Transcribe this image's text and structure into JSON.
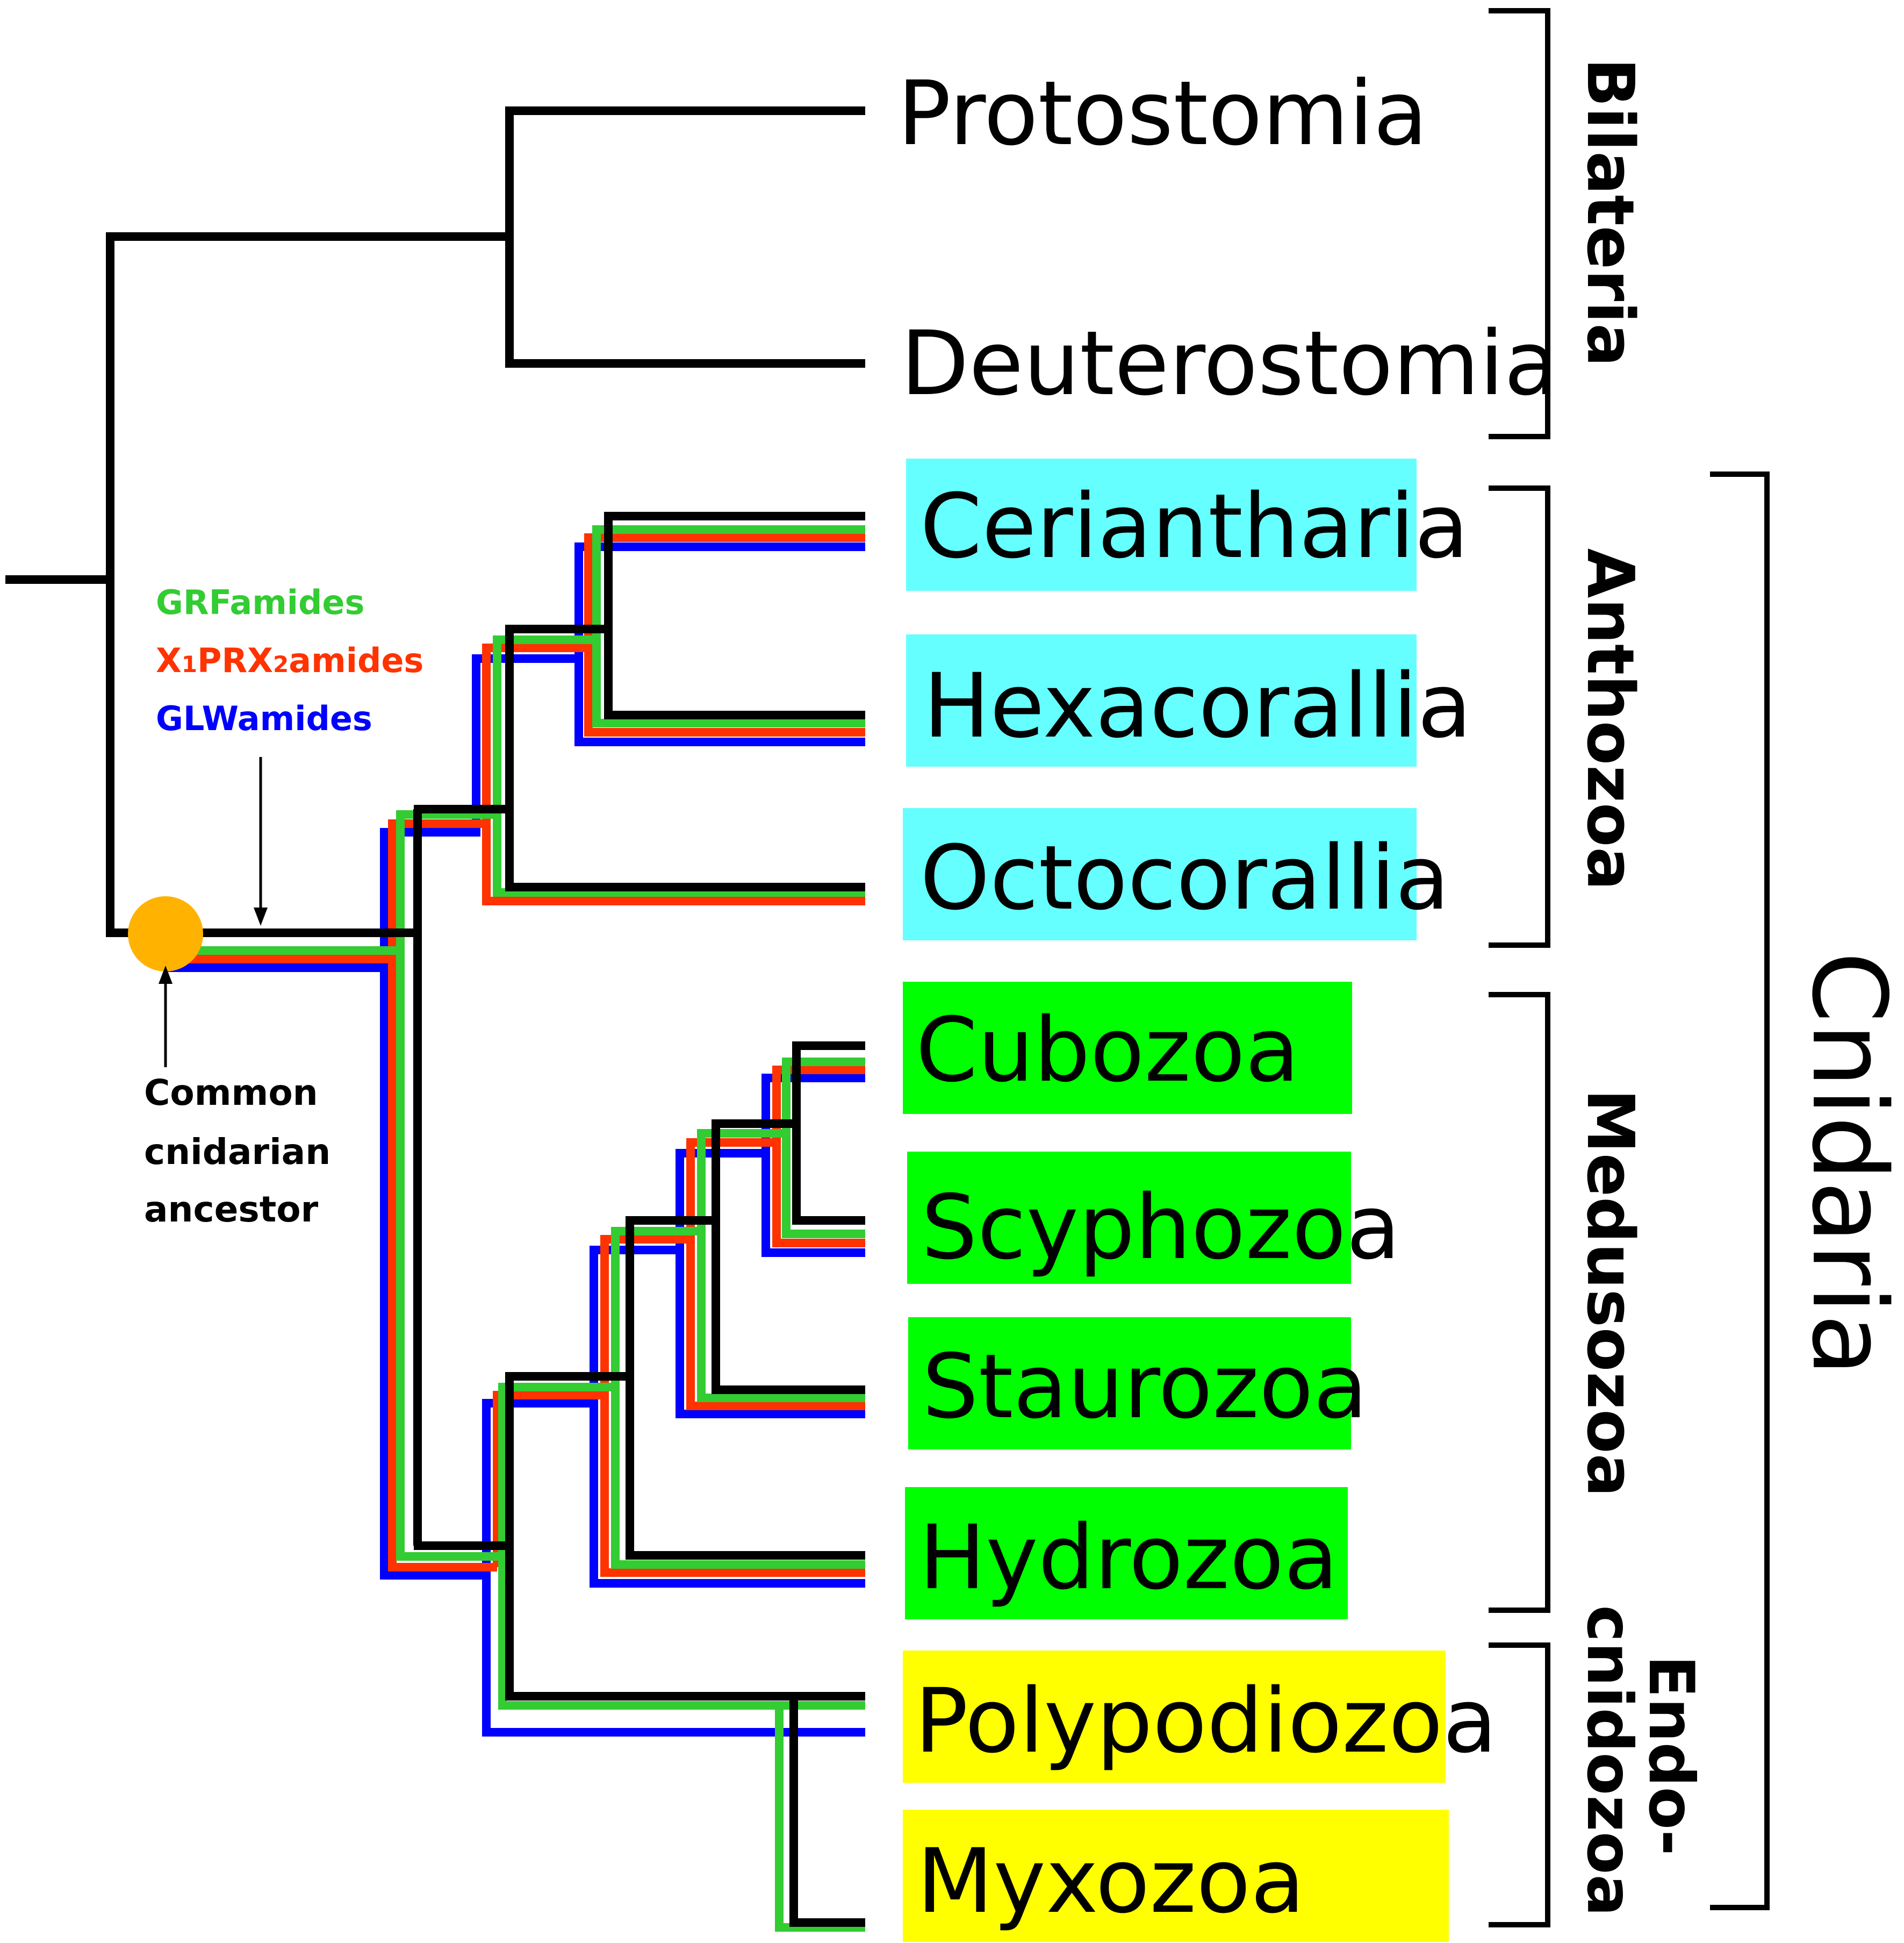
{
  "colors": {
    "anthozoa_box": "#66ffff",
    "medusozoa_box": "#00ff00",
    "endocnidozoa_box": "#ffff00",
    "grfamides": "#33cc33",
    "x1prx2amides": "#ff3300",
    "glwamides": "#0000ff",
    "ancestor_node": "#ffb300",
    "tree_line": "#000000"
  },
  "taxa": [
    "Protostomia",
    "Deuterostomia",
    "Ceriantharia",
    "Hexacorallia",
    "Octocorallia",
    "Cubozoa",
    "Scyphozoa",
    "Staurozoa",
    "Hydrozoa",
    "Polypodiozoa",
    "Myxozoa"
  ],
  "clades": {
    "bilateria": "Bilateria",
    "anthozoa": "Anthozoa",
    "medusozoa": "Medusozoa",
    "endocnidozoa_line1": "Endo-",
    "endocnidozoa_line2": "cnidozoa",
    "cnidaria": "Cnidaria"
  },
  "peptides": {
    "grfamides": "GRFamides",
    "x1prx2amides_x": "X",
    "x1prx2amides_sub1": "1",
    "x1prx2amides_mid": "PRX",
    "x1prx2amides_sub2": "2",
    "x1prx2amides_end": "amides",
    "glwamides": "GLWamides"
  },
  "ancestor_note": [
    "Common",
    "cnidarian",
    "ancestor"
  ]
}
